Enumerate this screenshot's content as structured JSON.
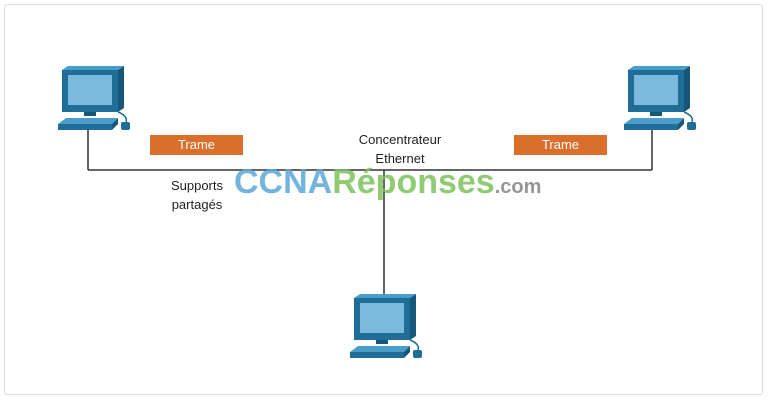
{
  "labels": {
    "frame_left": "Trame",
    "frame_right": "Trame",
    "hub_line1": "Concentrateur",
    "hub_line2": "Ethernet",
    "media_line1": "Supports",
    "media_line2": "partagés"
  },
  "watermark": {
    "part1": "CCNA",
    "part2": "Réponses",
    "part3": ".com"
  },
  "colors": {
    "frame_badge": "#d96f2a",
    "link": "#333333",
    "computer_dark": "#1f6e97",
    "computer_light": "#6fb3d8"
  },
  "icons": [
    "computer-icon",
    "computer-icon",
    "computer-icon"
  ]
}
